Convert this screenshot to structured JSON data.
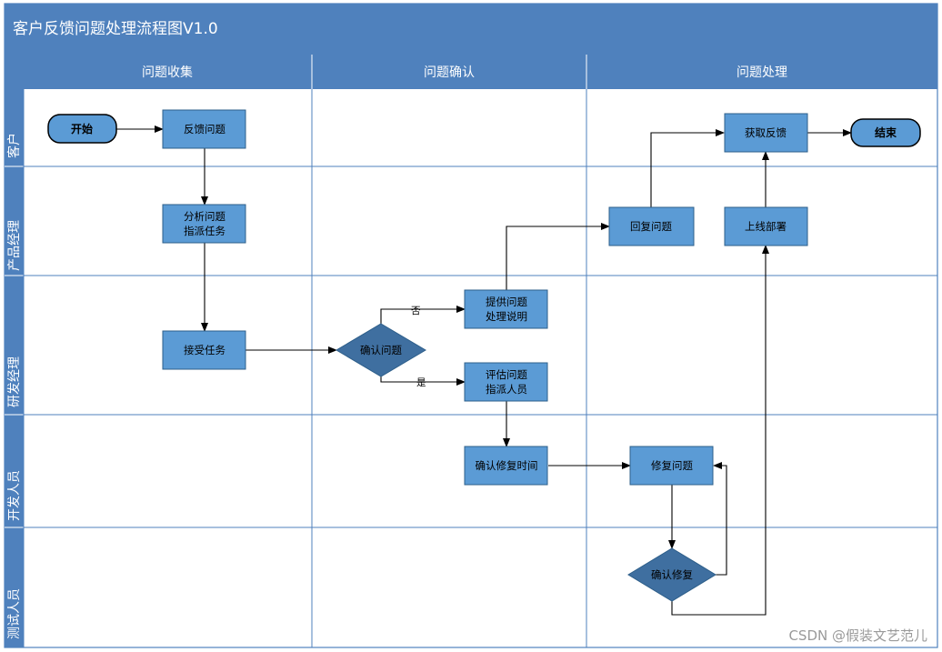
{
  "title": "客户反馈问题处理流程图V1.0",
  "columns": [
    "问题收集",
    "问题确认",
    "问题处理"
  ],
  "lanes": [
    "客户",
    "产品经理",
    "研发经理",
    "开发人员",
    "测试人员"
  ],
  "nodes": {
    "start": "开始",
    "feedback": "反馈问题",
    "analyze_1": "分析问题",
    "analyze_2": "指派任务",
    "accept_task": "接受任务",
    "confirm_issue": "确认问题",
    "explain_1": "提供问题",
    "explain_2": "处理说明",
    "assess_1": "评估问题",
    "assess_2": "指派人员",
    "confirm_time": "确认修复时间",
    "reply": "回复问题",
    "fix": "修复问题",
    "verify_fix": "确认修复",
    "deploy": "上线部署",
    "get_feedback": "获取反馈",
    "end": "结束"
  },
  "edge_labels": {
    "no": "否",
    "yes": "是"
  },
  "watermark": "CSDN @假装文艺范儿",
  "colors": {
    "header_fill": "#4f81bd",
    "box_fill": "#5b9bd5",
    "diamond_fill": "#3f6fa0",
    "grid_line": "#4f81bd",
    "arrow": "#000000"
  }
}
